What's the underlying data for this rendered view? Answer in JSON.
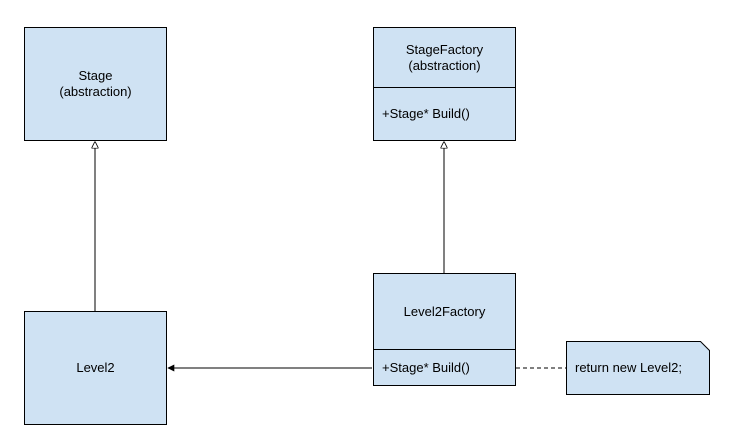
{
  "stage": {
    "title": "Stage",
    "subtitle": "(abstraction)"
  },
  "stage_factory": {
    "title": "StageFactory",
    "subtitle": "(abstraction)",
    "method": "+Stage* Build()"
  },
  "level2": {
    "title": "Level2"
  },
  "level2_factory": {
    "title": "Level2Factory",
    "method": "+Stage* Build()"
  },
  "note": {
    "text": "return new Level2;"
  },
  "colors": {
    "class_fill": "#cfe2f3",
    "stroke": "#000000",
    "background": "#ffffff"
  },
  "relationships": [
    {
      "from": "Level2",
      "to": "Stage",
      "kind": "inheritance"
    },
    {
      "from": "Level2Factory",
      "to": "StageFactory",
      "kind": "inheritance"
    },
    {
      "from": "Level2Factory",
      "to": "Level2",
      "kind": "association"
    },
    {
      "from": "note",
      "to": "Level2Factory",
      "kind": "note-link"
    }
  ]
}
